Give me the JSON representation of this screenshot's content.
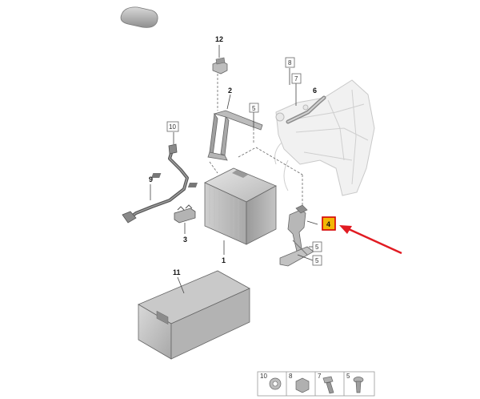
{
  "callouts": {
    "c12": "12",
    "c2": "2",
    "c5a": "5",
    "c10": "10",
    "c9": "9",
    "c3": "3",
    "c1": "1",
    "c8": "8",
    "c7": "7",
    "c6": "6",
    "c4": "4",
    "c5b": "5",
    "c5c": "5",
    "c11": "11"
  },
  "legend": {
    "items": [
      "10",
      "8",
      "7",
      "5"
    ]
  },
  "colors": {
    "highlight": "#f2b705",
    "highlight_border": "#d40000",
    "arrow": "#e11b22"
  }
}
